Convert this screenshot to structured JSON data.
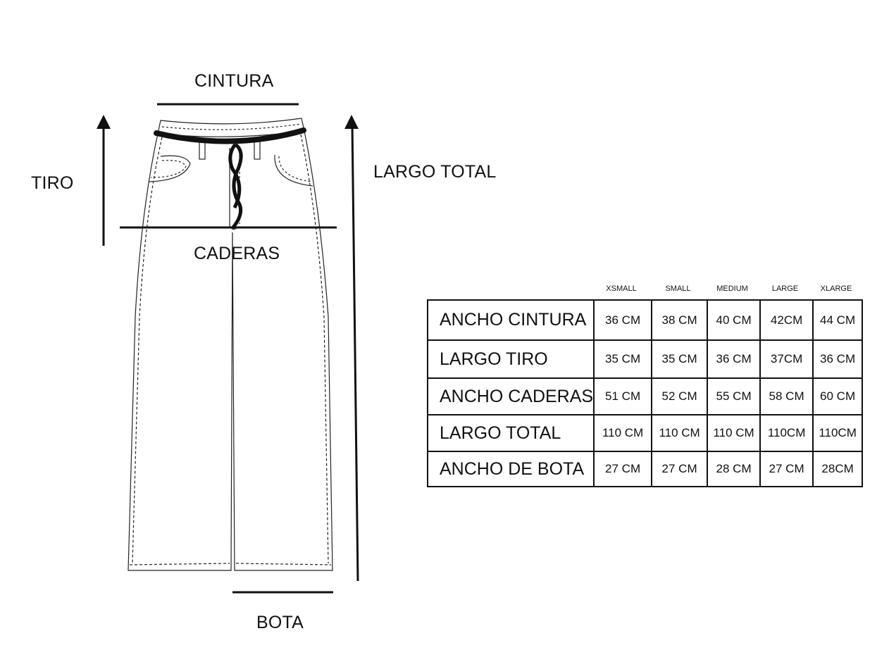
{
  "labels": {
    "cintura": "CINTURA",
    "tiro": "TIRO",
    "largo_total": "LARGO TOTAL",
    "caderas": "CADERAS",
    "bota": "BOTA"
  },
  "sizes": [
    "XSMALL",
    "SMALL",
    "MEDIUM",
    "LARGE",
    "XLARGE"
  ],
  "rows": [
    {
      "label": "ANCHO CINTURA",
      "values": [
        "36 CM",
        "38 CM",
        "40 CM",
        "42CM",
        "44 CM"
      ]
    },
    {
      "label": "LARGO TIRO",
      "values": [
        "35 CM",
        "35 CM",
        "36 CM",
        "37CM",
        "36 CM"
      ]
    },
    {
      "label": "ANCHO CADERAS",
      "values": [
        "51 CM",
        "52 CM",
        "55 CM",
        "58 CM",
        "60 CM"
      ]
    },
    {
      "label": "LARGO TOTAL",
      "values": [
        "110 CM",
        "110 CM",
        "110 CM",
        "110CM",
        "110CM"
      ]
    },
    {
      "label": "ANCHO DE BOTA",
      "values": [
        "27 CM",
        "27 CM",
        "28 CM",
        "27 CM",
        "28CM"
      ]
    }
  ],
  "colors": {
    "line": "#111111",
    "background": "#ffffff"
  }
}
